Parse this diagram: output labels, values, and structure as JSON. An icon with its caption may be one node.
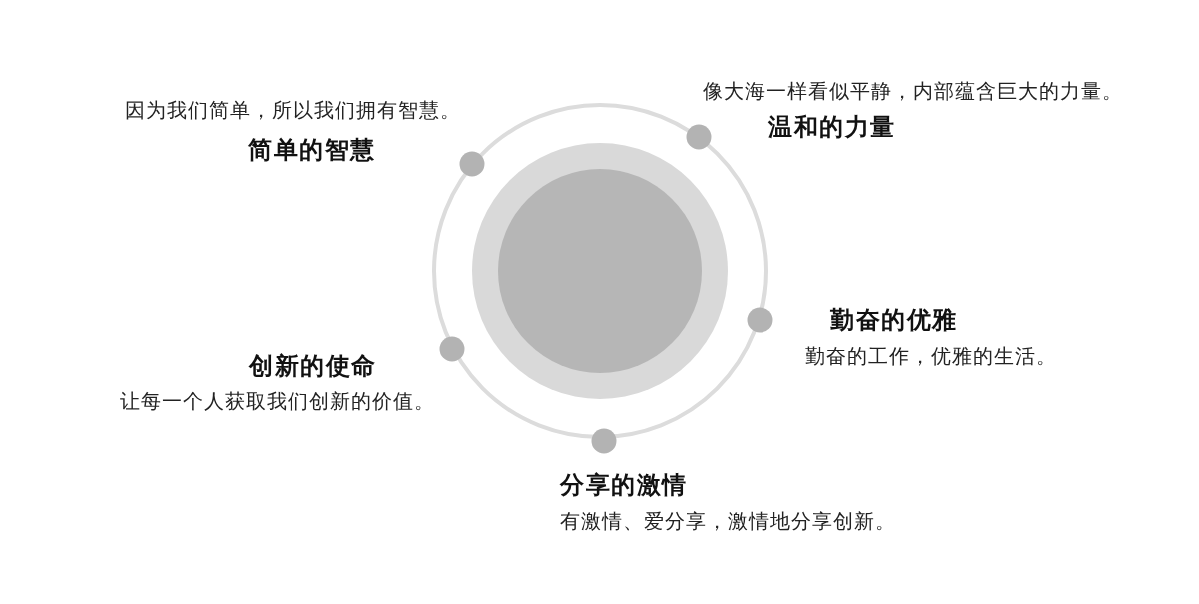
{
  "diagram": {
    "labels": [
      "因为我们简单，所以我们拥有智慧。",
      "简单的智慧",
      "像大海一样看似平静，内部蕴含巨大的力量。",
      "温和的力量",
      "勤奋的优雅",
      "勤奋的工作，优雅的生活。",
      "创新的使命",
      "让每一个人获取我们创新的价值。",
      "分享的激情",
      "有激情、爱分享，激情地分享创新。"
    ]
  }
}
